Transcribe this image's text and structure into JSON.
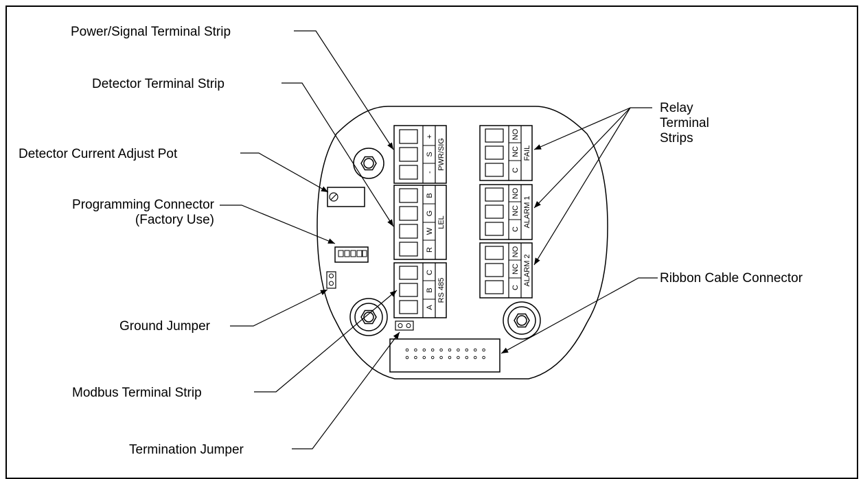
{
  "callouts": {
    "power_signal": "Power/Signal Terminal Strip",
    "detector_strip": "Detector Terminal Strip",
    "current_pot": "Detector Current Adjust Pot",
    "programming_line1": "Programming Connector",
    "programming_line2": "(Factory Use)",
    "ground_jumper": "Ground Jumper",
    "modbus_strip": "Modbus Terminal Strip",
    "termination_jumper": "Termination Jumper",
    "relay_line1": "Relay",
    "relay_line2": "Terminal",
    "relay_line3": "Strips",
    "ribbon_cable": "Ribbon Cable Connector"
  },
  "board_labels": {
    "pwr_sig_pins": [
      "-",
      "S",
      "+"
    ],
    "pwr_sig": "PWR/SIG",
    "lel_pins": [
      "R",
      "W",
      "G",
      "B"
    ],
    "lel": "LEL",
    "rs485_pins": [
      "A",
      "B",
      "C"
    ],
    "rs485": "RS 485",
    "relay_pins": [
      "C",
      "NC",
      "NO"
    ],
    "fail": "FAIL",
    "alarm1": "ALARM 1",
    "alarm2": "ALARM 2"
  }
}
